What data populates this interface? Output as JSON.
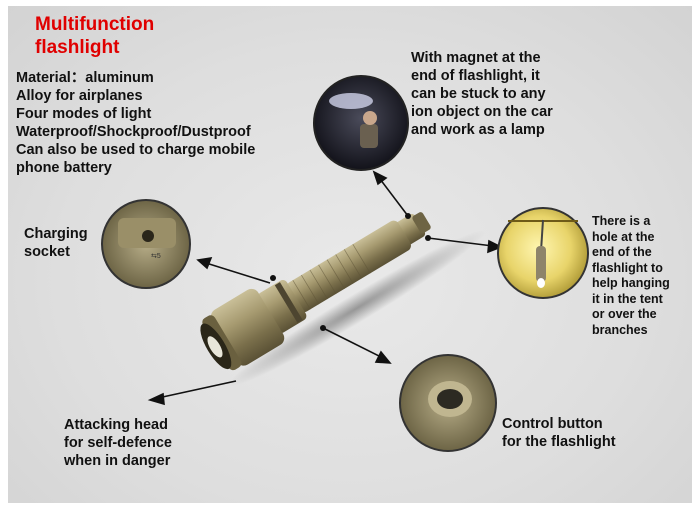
{
  "title": "Multifunction\nflashlight",
  "specs": "Material：aluminum\nAlloy for airplanes\nFour modes of light\nWaterproof/Shockproof/Dustproof\nCan also be used to charge mobile\nphone battery",
  "callouts": {
    "magnet": "With magnet at the\nend of flashlight, it\ncan be stuck to any\nion object on the car\nand work as a lamp",
    "charging": "Charging\nsocket",
    "hole": "There is a\nhole at the\nend of the\nflashlight to\nhelp hanging\nit  in the tent\nor over the\nbranches",
    "control": "Control button\nfor the flashlight",
    "head": "Attacking head\nfor self-defence\nwhen in danger"
  },
  "colors": {
    "title": "#e00000",
    "text": "#111111",
    "body_metal": "#8f8460"
  }
}
